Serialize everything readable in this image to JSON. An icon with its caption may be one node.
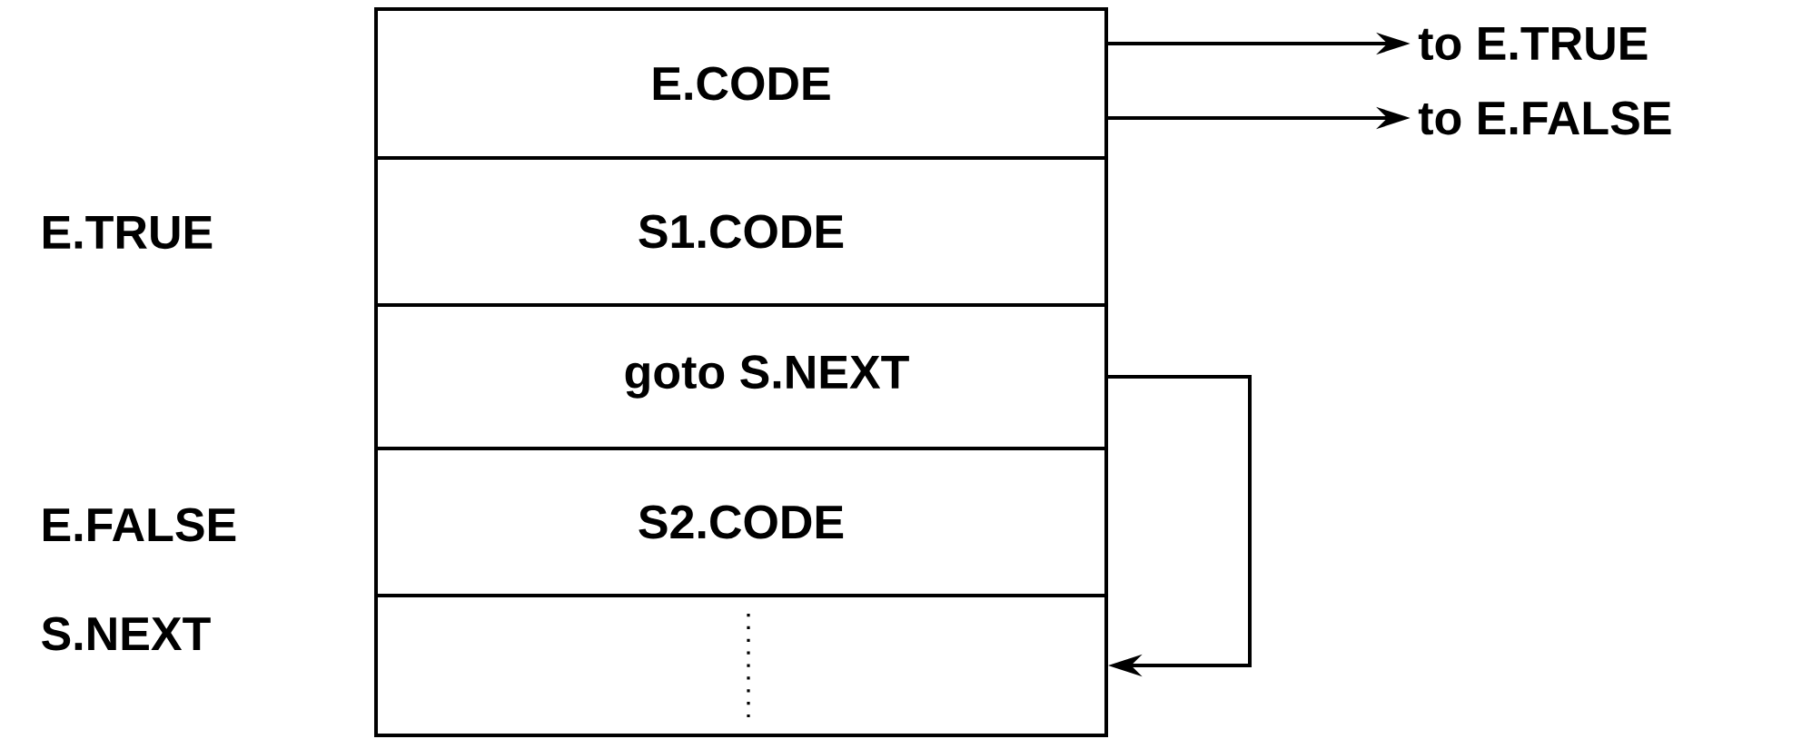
{
  "diagram": {
    "nodes": [
      {
        "text": [
          "E.CODE"
        ]
      },
      {
        "text": [
          "S1.CODE"
        ],
        "beside": [
          "E.TRUE"
        ]
      },
      {
        "text": [
          "goto S.NEXT"
        ]
      },
      {
        "text": [
          "S2.CODE"
        ],
        "beside": [
          "E.FALSE"
        ]
      },
      {
        "text": [],
        "shape": "box",
        "beside": [
          "S.NEXT"
        ]
      },
      {
        "text": [
          "to E.TRUE"
        ]
      },
      {
        "text": [
          "to E.FALSE"
        ]
      }
    ],
    "edges": [
      {
        "from": 0,
        "to": 5,
        "arrow": "to"
      },
      {
        "from": 0,
        "to": 6,
        "arrow": "to"
      },
      {
        "from": 2,
        "to": 4,
        "arrow": "to"
      }
    ]
  }
}
